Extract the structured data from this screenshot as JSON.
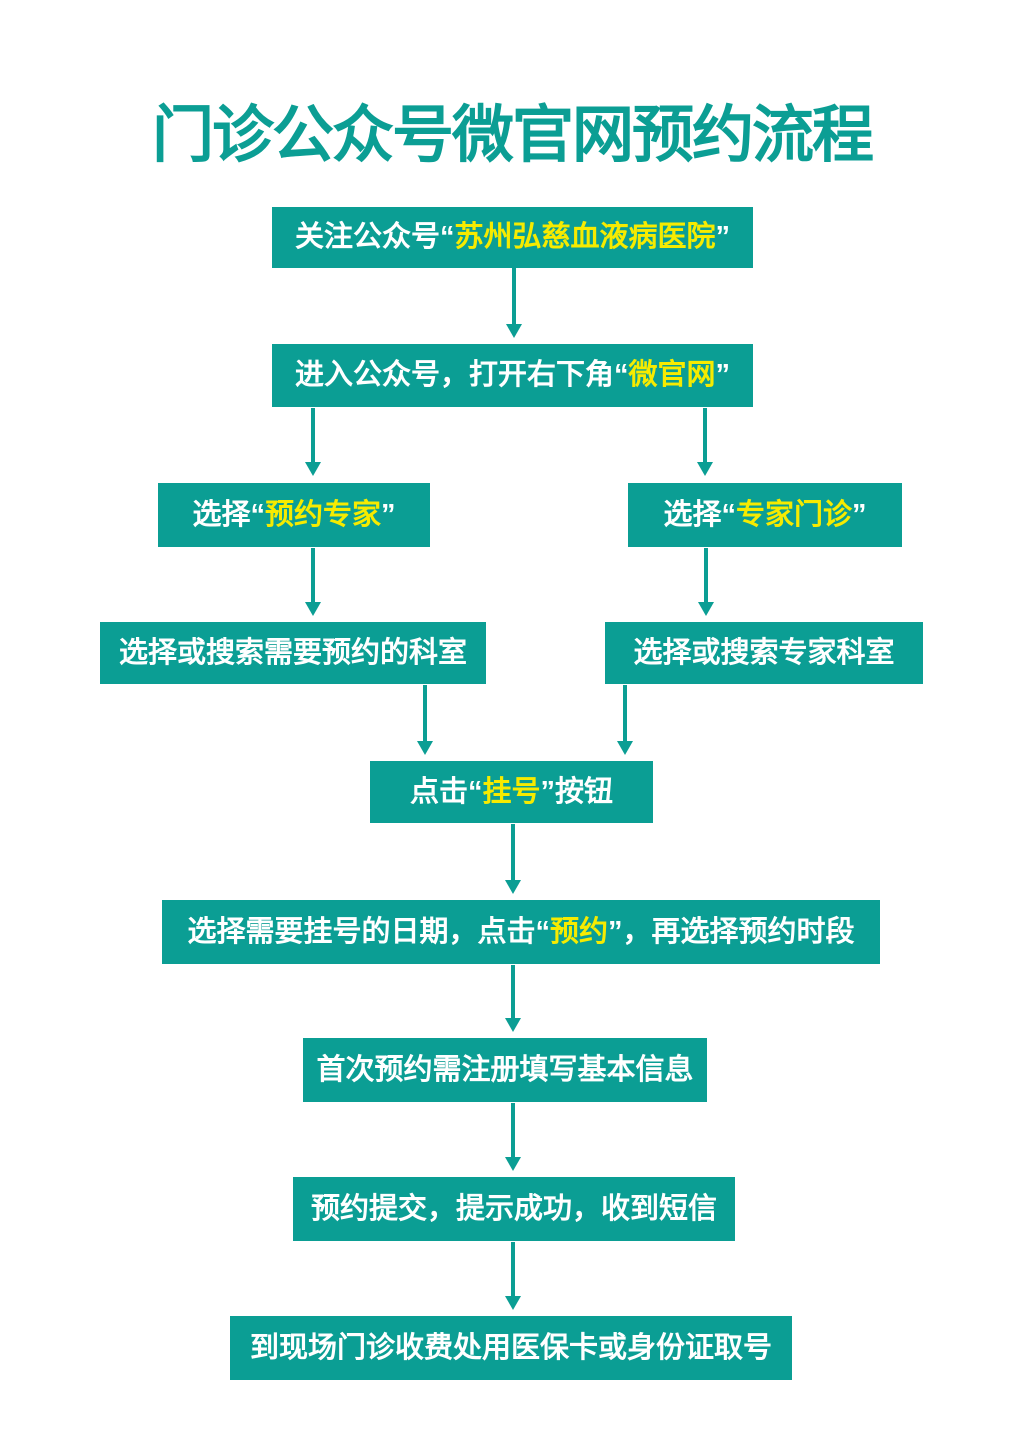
{
  "title": "门诊公众号微官网预约流程",
  "colors": {
    "teal": "#0b9e94",
    "highlight_yellow": "#f6eb00",
    "box_text_white": "#ffffff",
    "background": "#ffffff"
  },
  "steps": [
    {
      "id": "follow-account",
      "pre": "关注公众号“",
      "highlight": "苏州弘慈血液病医院",
      "post": "”"
    },
    {
      "id": "open-micro-site",
      "pre": "进入公众号，打开右下角“",
      "highlight": "微官网",
      "post": "”"
    },
    {
      "id": "choose-reserve-expert",
      "pre": "选择“",
      "highlight": "预约专家",
      "post": "”"
    },
    {
      "id": "choose-expert-clinic",
      "pre": "选择“",
      "highlight": "专家门诊",
      "post": "”"
    },
    {
      "id": "select-department",
      "pre": "选择或搜索需要预约的科室",
      "highlight": "",
      "post": ""
    },
    {
      "id": "select-expert-department",
      "pre": "选择或搜索专家科室",
      "highlight": "",
      "post": ""
    },
    {
      "id": "click-register",
      "pre": "点击“",
      "highlight": "挂号",
      "post": "”按钮"
    },
    {
      "id": "select-date",
      "pre": "选择需要挂号的日期，点击“",
      "highlight": "预约",
      "post": "”，再选择预约时段"
    },
    {
      "id": "first-time-register",
      "pre": "首次预约需注册填写基本信息",
      "highlight": "",
      "post": ""
    },
    {
      "id": "submit-confirm",
      "pre": "预约提交，提示成功，收到短信",
      "highlight": "",
      "post": ""
    },
    {
      "id": "onsite-get-number",
      "pre": "到现场门诊收费处用医保卡或身份证取号",
      "highlight": "",
      "post": ""
    }
  ]
}
